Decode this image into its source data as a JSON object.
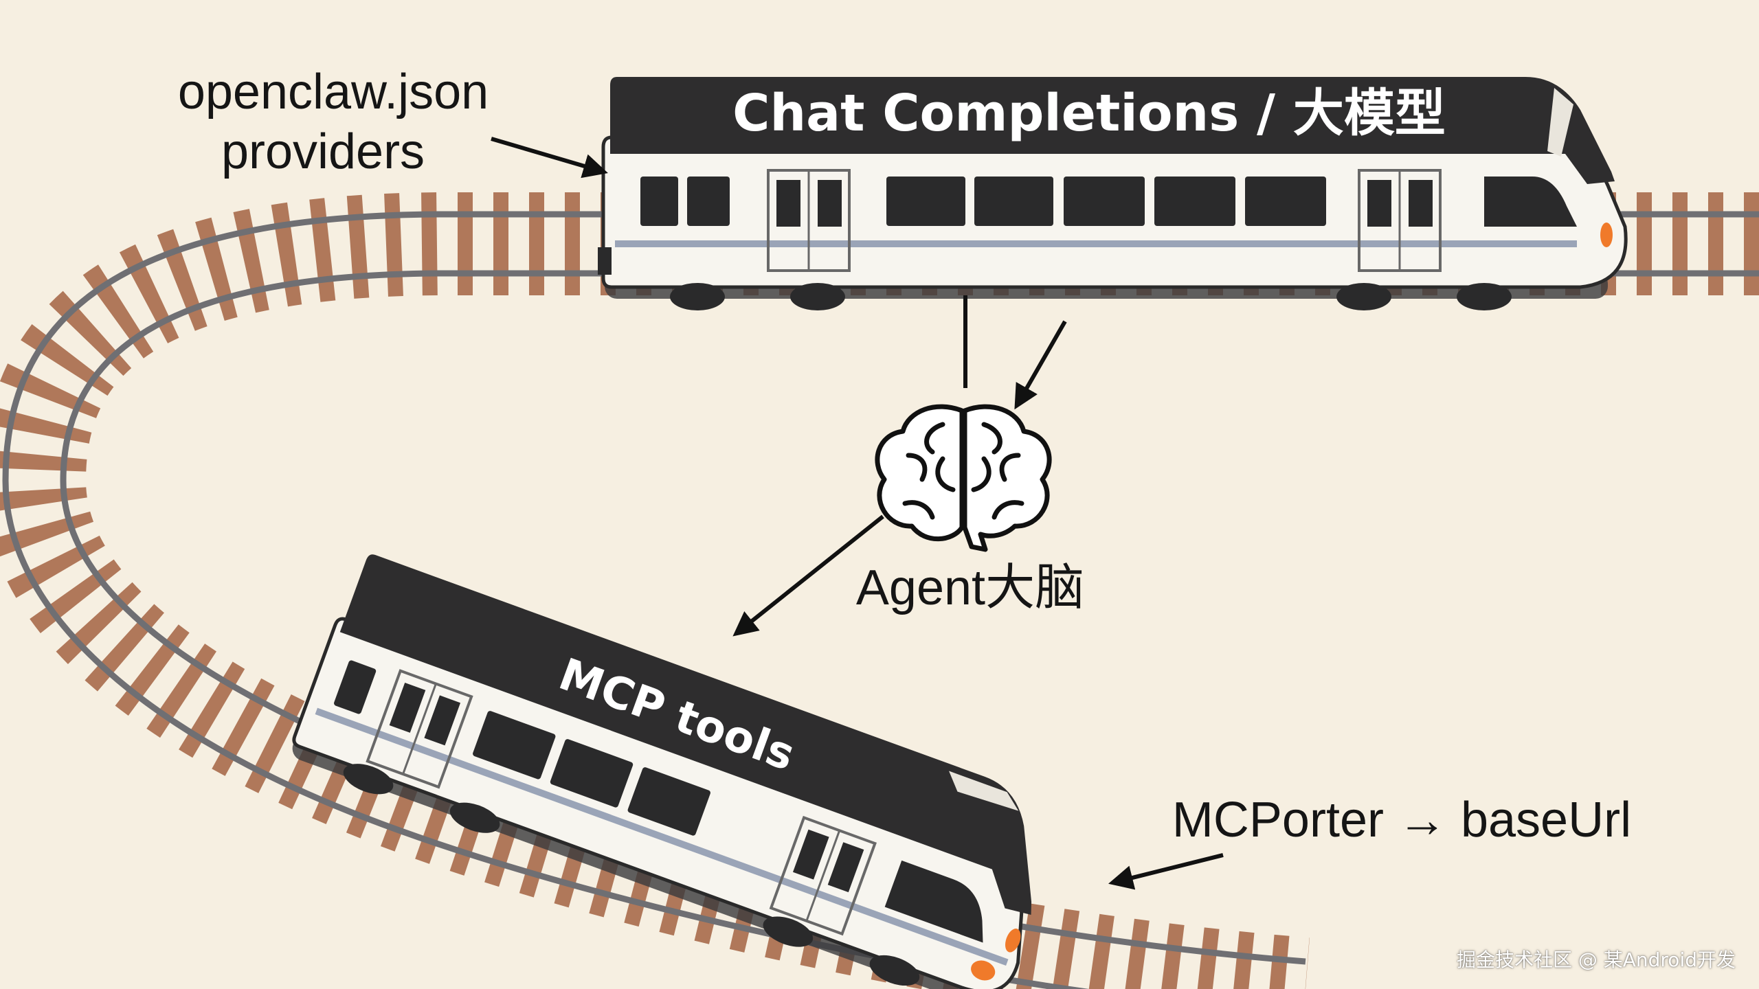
{
  "diagram": {
    "labels": {
      "config_line1": "openclaw.json",
      "config_line2": "providers",
      "top_train": "Chat Completions / 大模型",
      "brain": "Agent大脑",
      "bottom_train": "MCP tools",
      "mcporter": "MCPorter → baseUrl"
    },
    "icons": {
      "brain": "brain-icon"
    },
    "colors": {
      "background": "#f6efe1",
      "train_roof": "#2e2d2e",
      "train_body": "#f7f5ef",
      "sleepers": "#b0785a",
      "rails": "#6f6f73",
      "headlight": "#f07a2a",
      "stripe": "#9aa4b7"
    }
  },
  "watermark": "掘金技术社区 @ 某Android开发"
}
